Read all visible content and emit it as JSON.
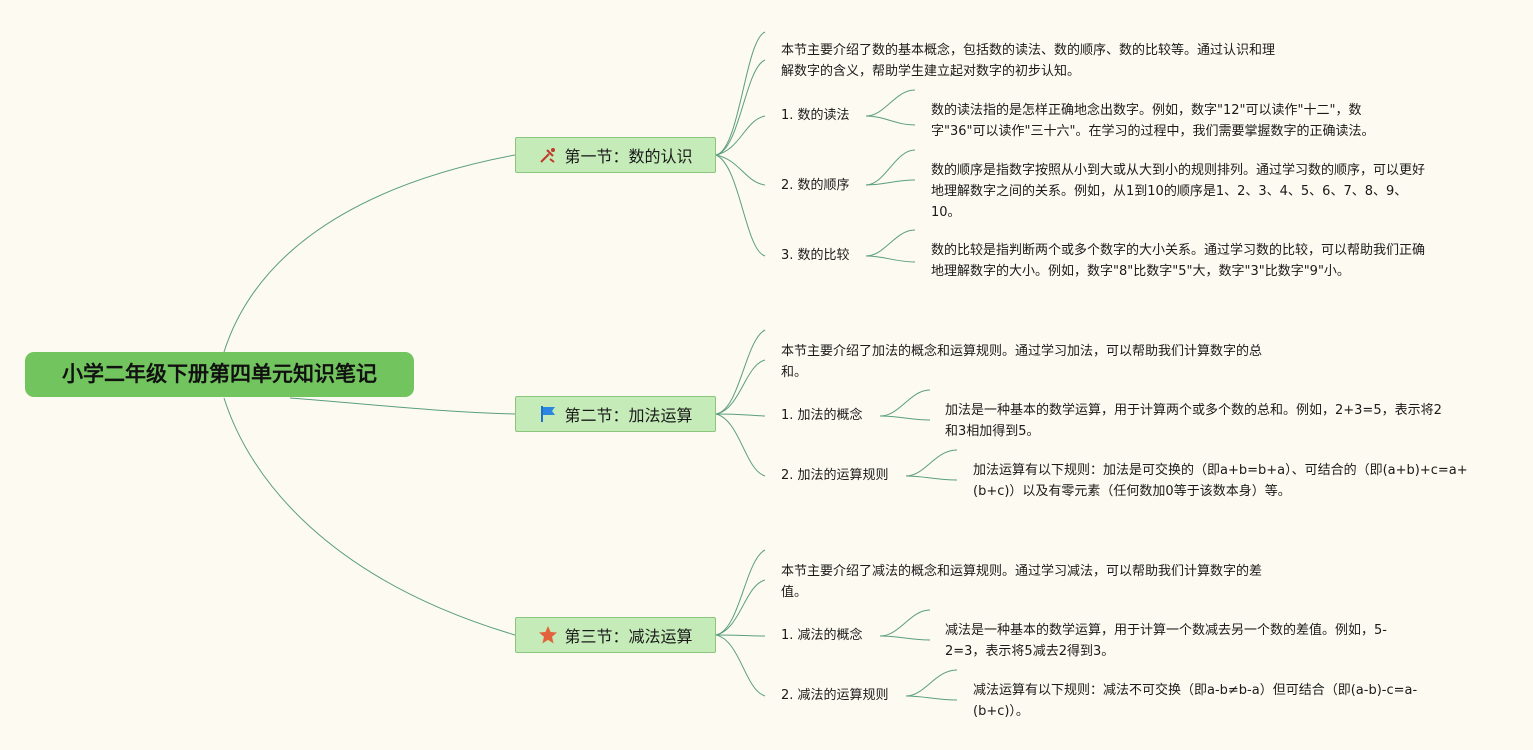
{
  "title": "小学二年级下册第四单元知识笔记",
  "sections": [
    {
      "title": "第一节：数的认识",
      "icon": "tools-icon",
      "intro": "本节主要介绍了数的基本概念，包括数的读法、数的顺序、数的比较等。通过认识和理解数字的含义，帮助学生建立起对数字的初步认知。",
      "topics": [
        {
          "label": "1. 数的读法",
          "text": "数的读法指的是怎样正确地念出数字。例如，数字\"12\"可以读作\"十二\"，数字\"36\"可以读作\"三十六\"。在学习的过程中，我们需要掌握数字的正确读法。"
        },
        {
          "label": "2. 数的顺序",
          "text": "数的顺序是指数字按照从小到大或从大到小的规则排列。通过学习数的顺序，可以更好地理解数字之间的关系。例如，从1到10的顺序是1、2、3、4、5、6、7、8、9、10。"
        },
        {
          "label": "3. 数的比较",
          "text": "数的比较是指判断两个或多个数字的大小关系。通过学习数的比较，可以帮助我们正确地理解数字的大小。例如，数字\"8\"比数字\"5\"大，数字\"3\"比数字\"9\"小。"
        }
      ]
    },
    {
      "title": "第二节：加法运算",
      "icon": "flag-icon",
      "intro": "本节主要介绍了加法的概念和运算规则。通过学习加法，可以帮助我们计算数字的总和。",
      "topics": [
        {
          "label": "1. 加法的概念",
          "text": "加法是一种基本的数学运算，用于计算两个或多个数的总和。例如，2+3=5，表示将2和3相加得到5。"
        },
        {
          "label": "2. 加法的运算规则",
          "text": "加法运算有以下规则：加法是可交换的（即a+b=b+a）、可结合的（即(a+b)+c=a+(b+c)）以及有零元素（任何数加0等于该数本身）等。"
        }
      ]
    },
    {
      "title": "第三节：减法运算",
      "icon": "star-icon",
      "intro": "本节主要介绍了减法的概念和运算规则。通过学习减法，可以帮助我们计算数字的差值。",
      "topics": [
        {
          "label": "1. 减法的概念",
          "text": "减法是一种基本的数学运算，用于计算一个数减去另一个数的差值。例如，5-2=3，表示将5减去2得到3。"
        },
        {
          "label": "2. 减法的运算规则",
          "text": "减法运算有以下规则：减法不可交换（即a-b≠b-a）但可结合（即(a-b)-c=a-(b+c)）。"
        }
      ]
    }
  ],
  "colors": {
    "root": "#72c45e",
    "section": "#c4ebb8",
    "line": "#4e9a72",
    "background": "#fdfbf1"
  }
}
